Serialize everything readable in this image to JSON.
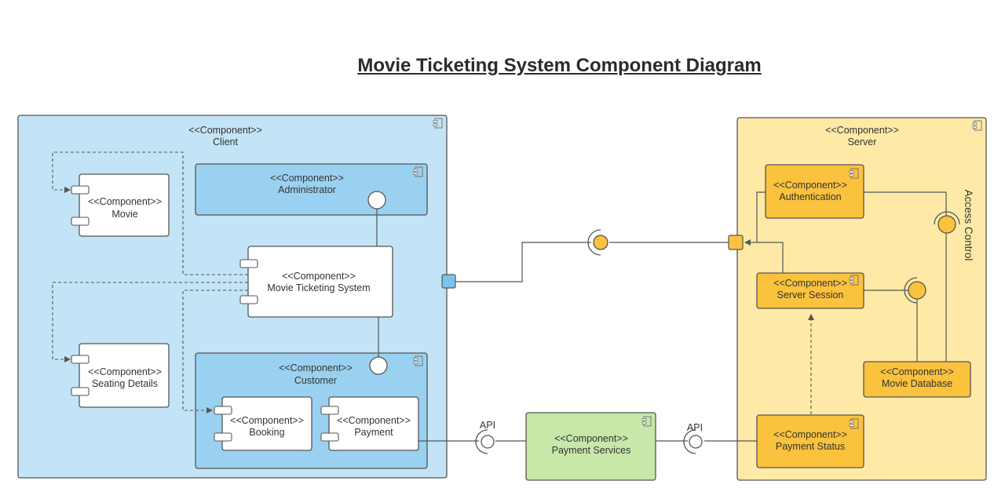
{
  "title": "Movie Ticketing System Component Diagram",
  "stereotype": "<<Component>>",
  "components": {
    "client": "Client",
    "administrator": "Administrator",
    "movie": "Movie",
    "movie_ticketing_system": "Movie Ticketing System",
    "seating_details": "Seating Details",
    "customer": "Customer",
    "booking": "Booking",
    "payment": "Payment",
    "payment_services": "Payment Services",
    "server": "Server",
    "authentication": "Authentication",
    "server_session": "Server Session",
    "movie_database": "Movie Database",
    "payment_status": "Payment Status"
  },
  "labels": {
    "api_left": "API",
    "api_right": "API",
    "access_control": "Access Control"
  },
  "colors": {
    "client_fill": "#c2e4f6",
    "client_inner_fill": "#9bd1f0",
    "server_fill": "#feeaa6",
    "server_inner_fill": "#fbc23d",
    "payment_services_fill": "#c7e8a9",
    "white_fill": "#ffffff",
    "stroke": "#555555"
  }
}
